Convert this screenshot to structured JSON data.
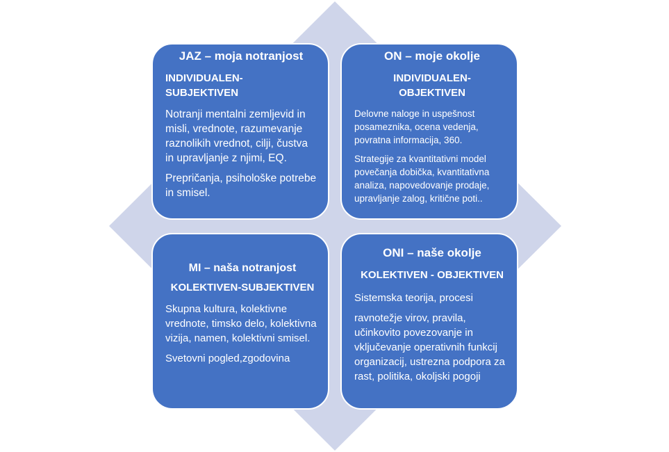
{
  "colors": {
    "quadrant_fill": "#4472c4",
    "diamond_fill": "#cfd5ea",
    "text": "#ffffff"
  },
  "quadrants": {
    "top_left": {
      "title": "JAZ – moja notranjost",
      "subtitle": "INDIVIDUALEN-SUBJEKTIVEN",
      "paragraphs": [
        "Notranji mentalni zemljevid in misli, vrednote, razumevanje raznolikih vrednot, cilji, čustva in upravljanje z njimi, EQ.",
        "Prepričanja, psihološke potrebe in smisel."
      ]
    },
    "top_right": {
      "title": "ON – moje okolje",
      "subtitle": "INDIVIDUALEN-OBJEKTIVEN",
      "paragraphs": [
        "Delovne naloge in uspešnost posameznika, ocena vedenja, povratna informacija, 360.",
        "Strategije za kvantitativni model povečanja dobička, kvantitativna analiza, napovedovanje prodaje, upravljanje zalog, kritične poti.."
      ]
    },
    "bottom_left": {
      "title": "MI – naša notranjost",
      "subtitle": "KOLEKTIVEN-SUBJEKTIVEN",
      "paragraphs": [
        "Skupna kultura, kolektivne vrednote, timsko delo, kolektivna vizija, namen, kolektivni smisel.",
        "Svetovni pogled,zgodovina"
      ]
    },
    "bottom_right": {
      "title": "ONI – naše okolje",
      "subtitle": "KOLEKTIVEN - OBJEKTIVEN",
      "paragraphs": [
        "Sistemska teorija, procesi",
        "ravnotežje virov, pravila, učinkovito povezovanje in vključevanje operativnih funkcij organizacij, ustrezna podpora za rast, politika, okoljski pogoji"
      ]
    }
  }
}
